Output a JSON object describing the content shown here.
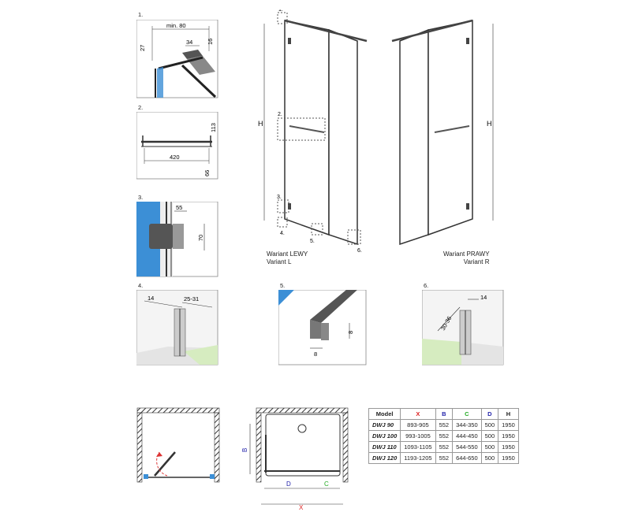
{
  "details": {
    "d1": {
      "num": "1.",
      "min": "min. 80",
      "w": "34",
      "h1": "27",
      "h2": "16"
    },
    "d2": {
      "num": "2.",
      "w": "420",
      "h1": "113",
      "h2": "66"
    },
    "d3": {
      "num": "3.",
      "w": "55",
      "h": "70"
    },
    "d4": {
      "num": "4.",
      "w1": "14",
      "w2": "25-31"
    },
    "d5": {
      "num": "5.",
      "w": "8",
      "h": "8"
    },
    "d6": {
      "num": "6.",
      "w": "14",
      "h": "30-36"
    }
  },
  "main": {
    "H": "H",
    "callouts": [
      "1.",
      "2.",
      "3.",
      "4.",
      "5.",
      "6."
    ],
    "variant_left": [
      "Wariant LEWY",
      "Variant L"
    ],
    "variant_right": [
      "Wariant PRAWY",
      "Variant R"
    ]
  },
  "plan": {
    "B": "B",
    "D": "D",
    "C": "C",
    "X": "X"
  },
  "table": {
    "headers": [
      "Model",
      "X",
      "B",
      "C",
      "D",
      "H"
    ],
    "rows": [
      [
        "DWJ 90",
        "893-905",
        "552",
        "344-350",
        "500",
        "1950"
      ],
      [
        "DWJ 100",
        "993-1005",
        "552",
        "444-450",
        "500",
        "1950"
      ],
      [
        "DWJ 110",
        "1093-1105",
        "552",
        "544-550",
        "500",
        "1950"
      ],
      [
        "DWJ 120",
        "1193-1205",
        "552",
        "644-650",
        "500",
        "1950"
      ]
    ]
  },
  "colors": {
    "wall": "#3c8fd6",
    "floor": "#d6ecc0",
    "arrow": "#d33",
    "x_red": "#d22",
    "blue": "#22a",
    "green": "#2a2"
  }
}
